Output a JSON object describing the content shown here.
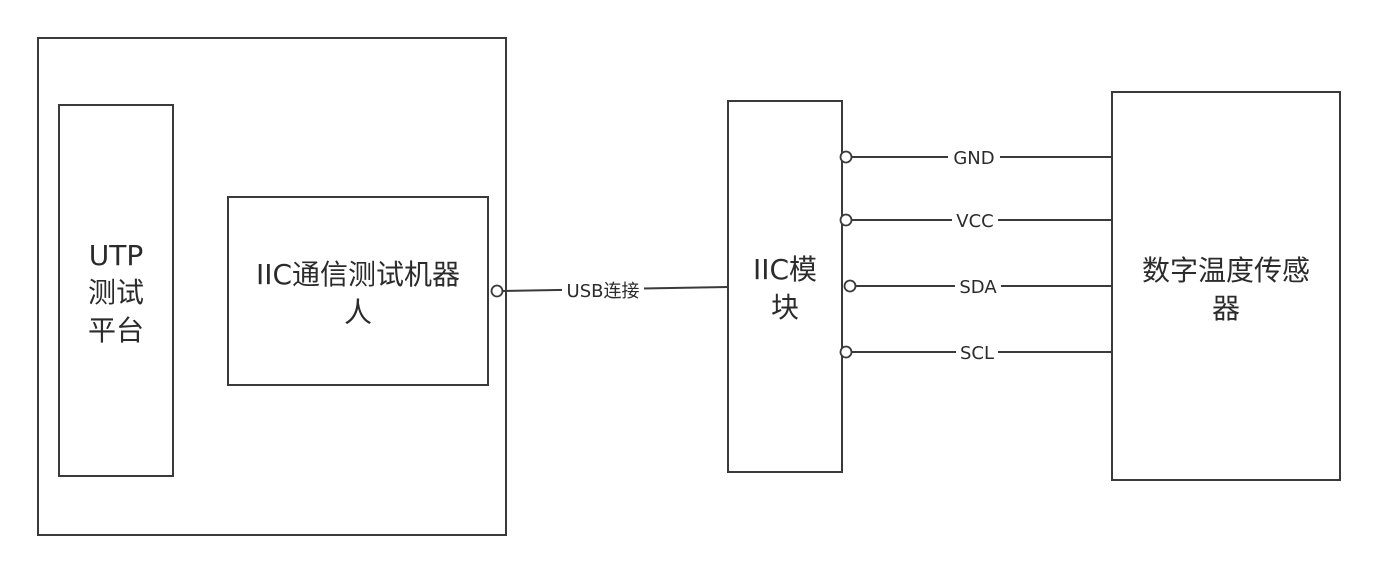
{
  "blocks": {
    "utp_platform": {
      "line1": "UTP",
      "line2": "测试",
      "line3": "平台"
    },
    "iic_robot": {
      "line1": "IIC通信测试机器",
      "line2": "人"
    },
    "iic_module": {
      "line1": "IIC模",
      "line2": "块"
    },
    "temp_sensor": {
      "line1": "数字温度传感",
      "line2": "器"
    }
  },
  "connections": {
    "usb": "USB连接",
    "gnd": "GND",
    "vcc": "VCC",
    "sda": "SDA",
    "scl": "SCL"
  }
}
